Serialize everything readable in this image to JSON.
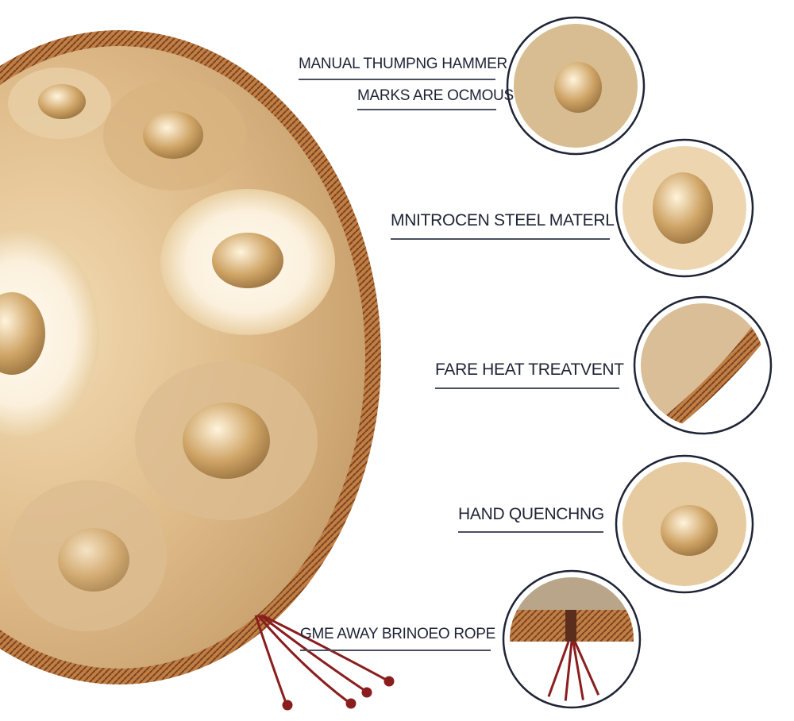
{
  "features": [
    {
      "label": "MANUAL THUMPNG  HAMMER"
    },
    {
      "label": "MARKS ARE OCMOUS"
    },
    {
      "label": "MNITROCEN STEEL MATERL"
    },
    {
      "label": "FARE HEAT TREATVENT"
    },
    {
      "label": "HAND QUENCHNG"
    },
    {
      "label": "GME AWAY BRINOEO ROPE"
    }
  ],
  "colors": {
    "text": "#1f2436",
    "gold": "#d9b47e",
    "rope": "#b8743e",
    "cord": "#8a1e1e"
  }
}
